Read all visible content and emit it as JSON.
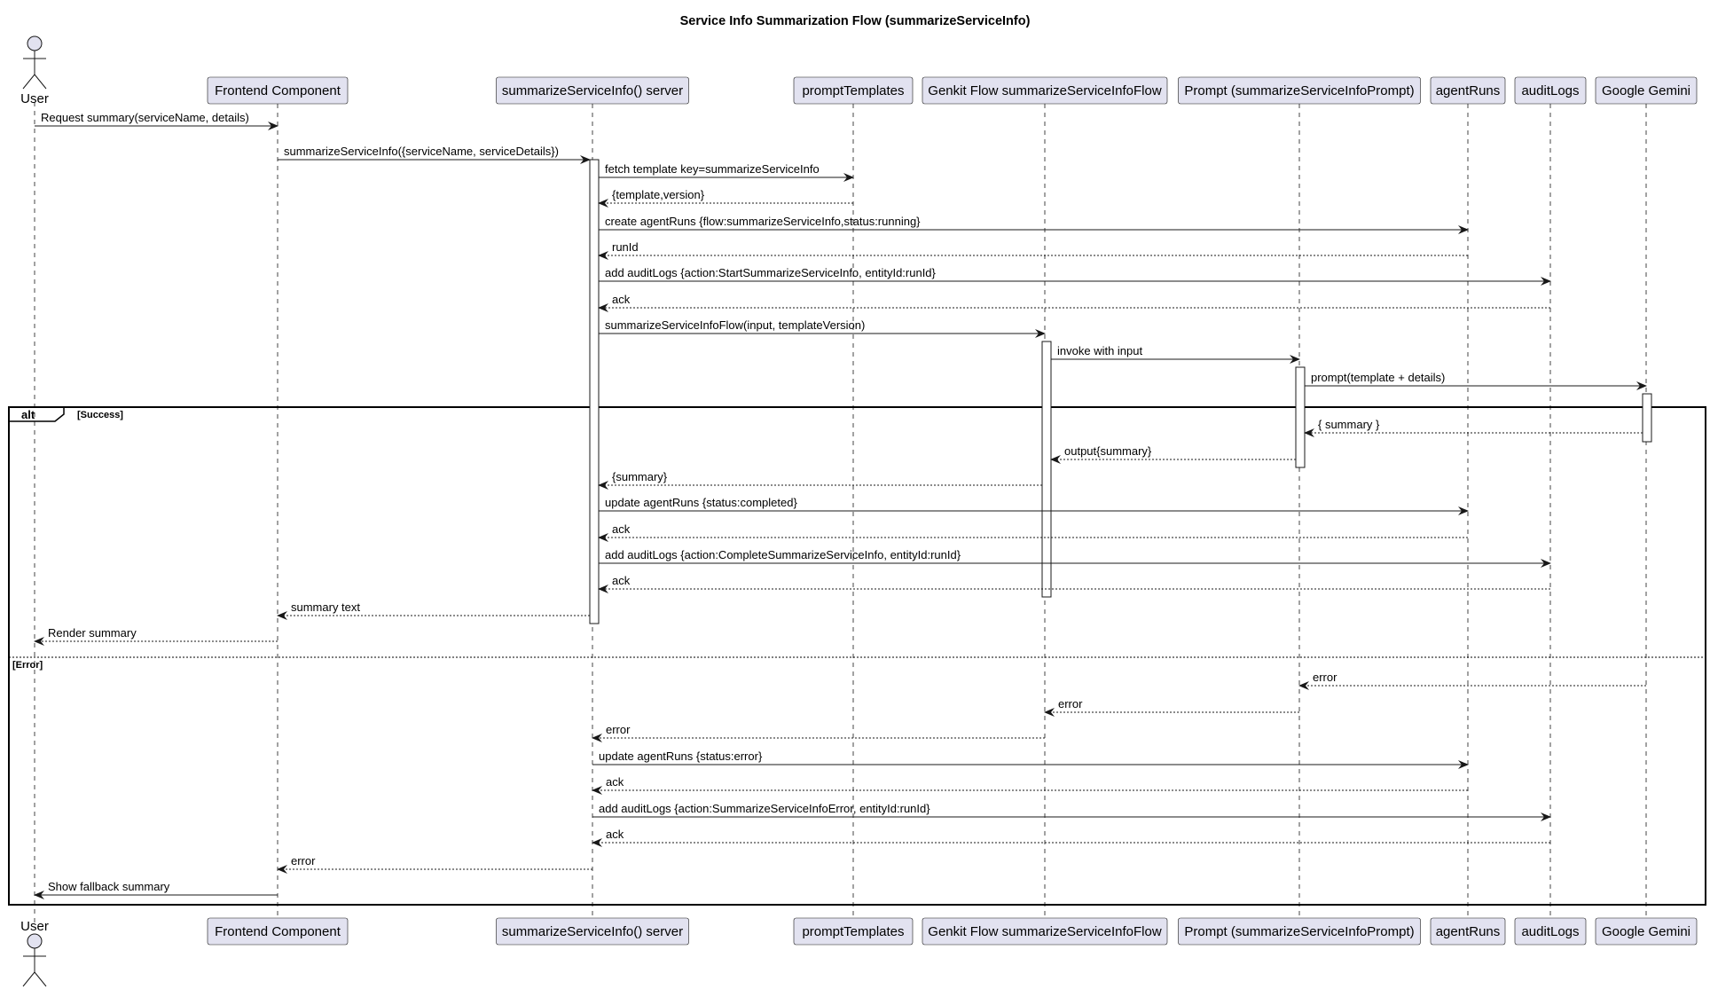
{
  "title": "Service Info Summarization Flow (summarizeServiceInfo)",
  "colors": {
    "participant_fill": "#E2E2F0",
    "participant_stroke": "#181818",
    "lifeline": "#181818",
    "activation_fill": "#ffffff"
  },
  "participants": [
    {
      "id": "user",
      "label": "User",
      "kind": "actor"
    },
    {
      "id": "frontend",
      "label": "Frontend Component",
      "kind": "box"
    },
    {
      "id": "server",
      "label": "summarizeServiceInfo() server",
      "kind": "box"
    },
    {
      "id": "prompts",
      "label": "promptTemplates",
      "kind": "box"
    },
    {
      "id": "flow",
      "label": "Genkit Flow summarizeServiceInfoFlow",
      "kind": "box"
    },
    {
      "id": "prompt",
      "label": "Prompt (summarizeServiceInfoPrompt)",
      "kind": "box"
    },
    {
      "id": "runs",
      "label": "agentRuns",
      "kind": "box"
    },
    {
      "id": "audit",
      "label": "auditLogs",
      "kind": "box"
    },
    {
      "id": "gemini",
      "label": "Google Gemini",
      "kind": "box"
    }
  ],
  "messages": [
    {
      "from": "user",
      "to": "frontend",
      "label": "Request summary(serviceName, details)",
      "style": "solid"
    },
    {
      "from": "frontend",
      "to": "server",
      "label": "summarizeServiceInfo({serviceName, serviceDetails})",
      "style": "solid"
    },
    {
      "from": "server",
      "to": "prompts",
      "label": "fetch template key=summarizeServiceInfo",
      "style": "solid"
    },
    {
      "from": "prompts",
      "to": "server",
      "label": "{template,version}",
      "style": "dashed"
    },
    {
      "from": "server",
      "to": "runs",
      "label": "create agentRuns {flow:summarizeServiceInfo,status:running}",
      "style": "solid"
    },
    {
      "from": "runs",
      "to": "server",
      "label": "runId",
      "style": "dashed"
    },
    {
      "from": "server",
      "to": "audit",
      "label": "add auditLogs {action:StartSummarizeServiceInfo, entityId:runId}",
      "style": "solid"
    },
    {
      "from": "audit",
      "to": "server",
      "label": "ack",
      "style": "dashed"
    },
    {
      "from": "server",
      "to": "flow",
      "label": "summarizeServiceInfoFlow(input, templateVersion)",
      "style": "solid"
    },
    {
      "from": "flow",
      "to": "prompt",
      "label": "invoke with input",
      "style": "solid"
    },
    {
      "from": "prompt",
      "to": "gemini",
      "label": "prompt(template + details)",
      "style": "solid"
    },
    {
      "from": "gemini",
      "to": "prompt",
      "label": "{ summary }",
      "style": "dashed"
    },
    {
      "from": "prompt",
      "to": "flow",
      "label": "output{summary}",
      "style": "dashed"
    },
    {
      "from": "flow",
      "to": "server",
      "label": "{summary}",
      "style": "dashed"
    },
    {
      "from": "server",
      "to": "runs",
      "label": "update agentRuns {status:completed}",
      "style": "solid"
    },
    {
      "from": "runs",
      "to": "server",
      "label": "ack",
      "style": "dashed"
    },
    {
      "from": "server",
      "to": "audit",
      "label": "add auditLogs {action:CompleteSummarizeServiceInfo, entityId:runId}",
      "style": "solid"
    },
    {
      "from": "audit",
      "to": "server",
      "label": "ack",
      "style": "dashed"
    },
    {
      "from": "server",
      "to": "frontend",
      "label": "summary text",
      "style": "dashed"
    },
    {
      "from": "frontend",
      "to": "user",
      "label": "Render summary",
      "style": "dashed"
    },
    {
      "from": "gemini",
      "to": "prompt",
      "label": "error",
      "style": "dashed"
    },
    {
      "from": "prompt",
      "to": "flow",
      "label": "error",
      "style": "dashed"
    },
    {
      "from": "flow",
      "to": "server",
      "label": "error",
      "style": "dashed"
    },
    {
      "from": "server",
      "to": "runs",
      "label": "update agentRuns {status:error}",
      "style": "solid"
    },
    {
      "from": "runs",
      "to": "server",
      "label": "ack",
      "style": "dashed"
    },
    {
      "from": "server",
      "to": "audit",
      "label": "add auditLogs {action:SummarizeServiceInfoError, entityId:runId}",
      "style": "solid"
    },
    {
      "from": "audit",
      "to": "server",
      "label": "ack",
      "style": "dashed"
    },
    {
      "from": "server",
      "to": "frontend",
      "label": "error",
      "style": "dashed"
    },
    {
      "from": "frontend",
      "to": "user",
      "label": "Show fallback summary",
      "style": "solid"
    }
  ],
  "fragment": {
    "keyword": "alt",
    "guards": [
      "[Success]",
      "[Error]"
    ]
  }
}
